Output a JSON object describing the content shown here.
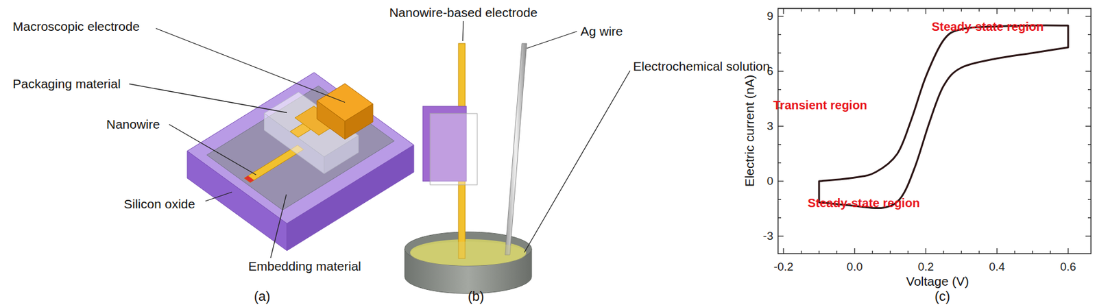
{
  "diagram": {
    "labels": [
      "Macroscopic electrode",
      "Packaging material",
      "Nanowire",
      "Silicon oxide",
      "Embedding material",
      "(a)",
      "Nanowire-based electrode",
      "Ag wire",
      "Electrochemical solution",
      "(b)",
      "Steady-state region",
      "Transient region",
      "Steady-state region",
      "Electric current (nA)",
      "Voltage (V)",
      "(c)",
      "9",
      "6",
      "3",
      "0",
      "-3",
      "-0.2",
      "0.0",
      "0.2",
      "0.4",
      "0.6"
    ]
  }
}
